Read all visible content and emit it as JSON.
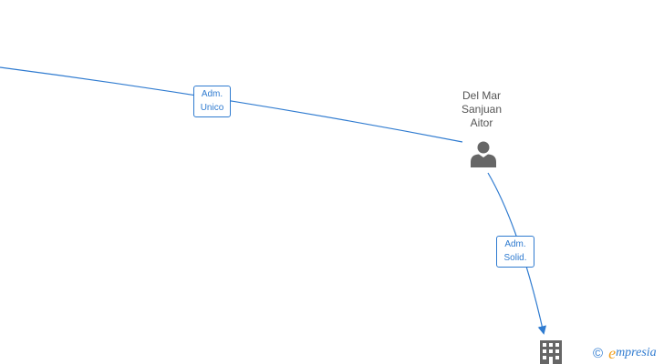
{
  "person": {
    "name_lines": [
      "Del Mar",
      "Sanjuan",
      "Aitor"
    ],
    "icon": "person-icon"
  },
  "edges": [
    {
      "label_lines": [
        "Adm.",
        "Unico"
      ],
      "from": "offscreen-left",
      "to": "person"
    },
    {
      "label_lines": [
        "Adm.",
        "Solid."
      ],
      "from": "person",
      "to": "company"
    }
  ],
  "company": {
    "icon": "building-icon"
  },
  "brand": {
    "copyright": "©",
    "initial": "e",
    "rest": "mpresia"
  },
  "colors": {
    "edge": "#2f7bd0",
    "icon": "#666666",
    "accent": "#f0a020"
  }
}
